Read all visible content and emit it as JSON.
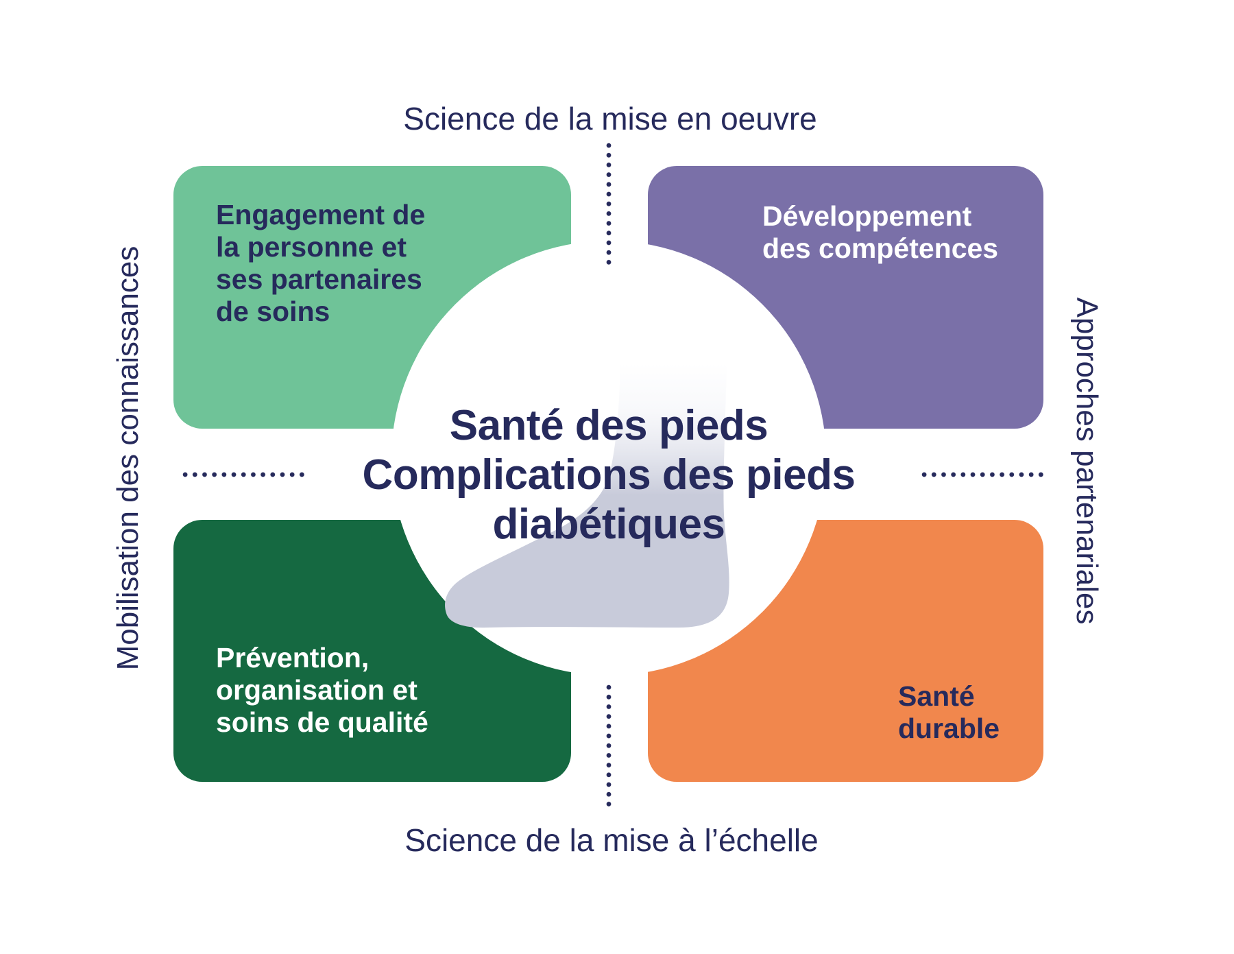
{
  "diagram": {
    "center": {
      "title_lines": [
        "Santé des pieds",
        "Complications des pieds",
        "diabétiques"
      ],
      "icon": "foot-silhouette"
    },
    "axes": {
      "top": "Science de la mise en oeuvre",
      "bottom": "Science de la mise à l’échelle",
      "left": "Mobilisation des connaissances",
      "right": "Approches partenariales"
    },
    "quadrants": [
      {
        "position": "top-left",
        "lines": [
          "Engagement de",
          "la personne et",
          "ses partenaires",
          "de soins"
        ],
        "bg": "#6FC398",
        "fg": "#262A5C"
      },
      {
        "position": "top-right",
        "lines": [
          "Développement",
          "des compétences"
        ],
        "bg": "#7A70A8",
        "fg": "#FFFFFF"
      },
      {
        "position": "bottom-left",
        "lines": [
          "Prévention,",
          "organisation et",
          "soins de qualité"
        ],
        "bg": "#156941",
        "fg": "#FFFFFF"
      },
      {
        "position": "bottom-right",
        "lines": [
          "Santé",
          "durable"
        ],
        "bg": "#F1874D",
        "fg": "#262A5C"
      }
    ],
    "colors": {
      "text": "#262A5C",
      "dots": "#262A5C",
      "background": "#FFFFFF",
      "foot": "#C8CBDA",
      "foot_light": "#F2F3F8"
    }
  }
}
